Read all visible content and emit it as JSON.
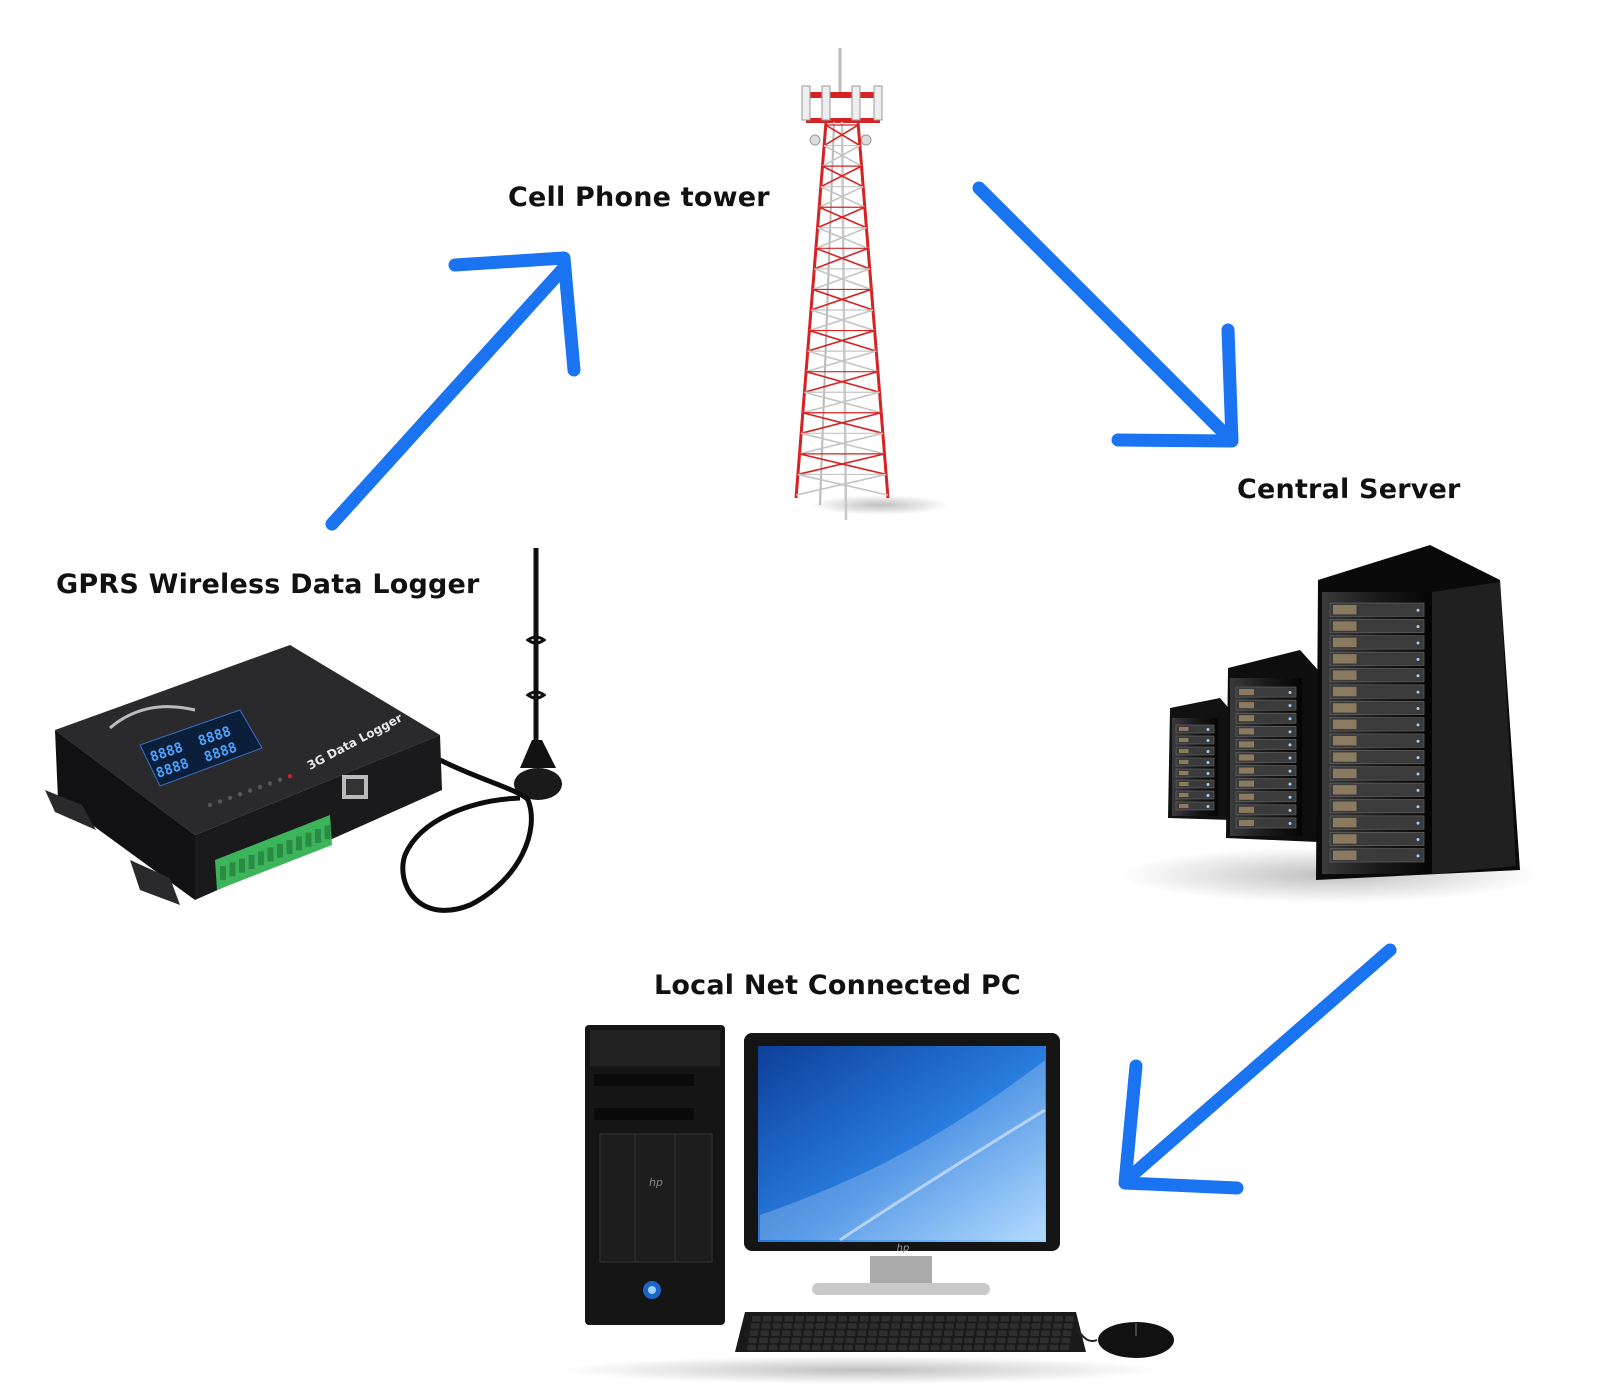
{
  "diagram": {
    "nodes": {
      "tower": {
        "label": "Cell Phone tower",
        "icon": "cell-tower-icon"
      },
      "server": {
        "label": "Central Server",
        "icon": "server-racks-icon"
      },
      "logger": {
        "label": "GPRS Wireless Data Logger",
        "icon": "data-logger-device-icon",
        "device_text": "3G Data Logger",
        "display_digits": "8888"
      },
      "pc": {
        "label": "Local Net Connected PC",
        "icon": "desktop-computer-icon",
        "brand_mark": "hp"
      }
    },
    "edges": [
      {
        "from": "logger",
        "to": "tower"
      },
      {
        "from": "tower",
        "to": "server"
      },
      {
        "from": "server",
        "to": "pc"
      }
    ],
    "colors": {
      "arrow": "#1a73f0",
      "tower_red": "#d62222",
      "tower_white": "#e6e6e6",
      "device_body": "#1c1c1e",
      "display_blue": "#4fa3ff",
      "terminal_green": "#3cb45a",
      "screen_blue": "#1e63c6"
    }
  }
}
